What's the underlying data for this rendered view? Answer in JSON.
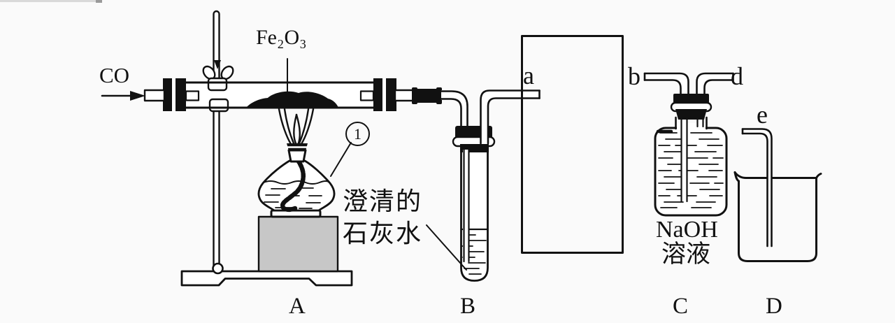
{
  "labels": {
    "co": "CO",
    "fe2o3": "Fe₂O₃",
    "callout_1": "1",
    "limewater_1": "澄清的",
    "limewater_2": "石灰水",
    "port_a": "a",
    "port_b": "b",
    "port_d": "d",
    "port_e": "e",
    "naoh_1": "NaOH",
    "naoh_2": "溶液",
    "apparatus_A": "A",
    "apparatus_B": "B",
    "apparatus_C": "C",
    "apparatus_D": "D"
  },
  "colors": {
    "ink": "#111111",
    "support_block_fill": "#c7c7c7",
    "background": "#fafafa"
  }
}
